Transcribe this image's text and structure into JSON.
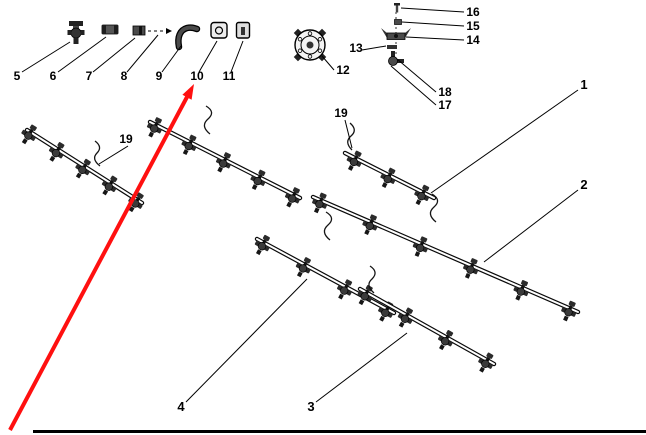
{
  "colors": {
    "background": "#ffffff",
    "line": "#000000",
    "arrow": "#ff1010"
  },
  "callouts": {
    "p1": "1",
    "p2": "2",
    "p3": "3",
    "p4": "4",
    "p5": "5",
    "p6": "6",
    "p7": "7",
    "p8": "8",
    "p9": "9",
    "p10": "10",
    "p11": "11",
    "p12": "12",
    "p13": "13",
    "p14": "14",
    "p15": "15",
    "p16": "16",
    "p17": "17",
    "p18": "18",
    "p19a": "19",
    "p19b": "19"
  }
}
